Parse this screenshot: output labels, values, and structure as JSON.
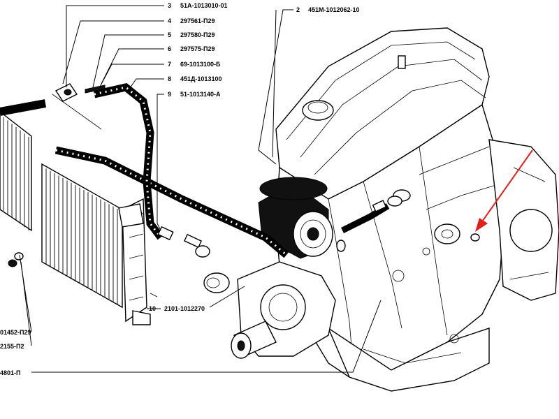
{
  "callouts": [
    {
      "num": "3",
      "code": "51А-1013010-01"
    },
    {
      "num": "4",
      "code": "297561-П29"
    },
    {
      "num": "5",
      "code": "297580-П29"
    },
    {
      "num": "6",
      "code": "297575-П29"
    },
    {
      "num": "7",
      "code": "69-1013100-Б"
    },
    {
      "num": "8",
      "code": "451Д-1013100"
    },
    {
      "num": "9",
      "code": "51-1013140-А"
    },
    {
      "num": "2",
      "code": "451М-1012062-10"
    },
    {
      "num": "10",
      "code": "2101-1012270"
    }
  ],
  "left_codes": [
    "01452-П29",
    "2155-П2",
    "4801-П"
  ],
  "arrow_color": "#e0201c"
}
